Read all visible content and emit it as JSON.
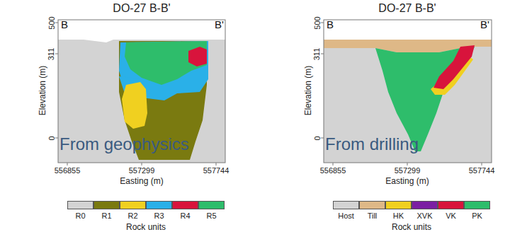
{
  "diagram": {
    "labels": [
      "DO-27 B-B'",
      "B",
      "B'",
      "Elevation (m)",
      "500",
      "311",
      "0",
      "556855",
      "557299",
      "557744",
      "Easting (m)",
      "From geophysics",
      "Rock units",
      "DO-27 B-B'",
      "B",
      "B'",
      "Elevation (m)",
      "500",
      "311",
      "0",
      "556855",
      "557299",
      "557744",
      "Easting (m)",
      "From drilling",
      "Rock units"
    ],
    "legend": [
      {
        "text": "R0",
        "color": "#d3d3d3"
      },
      {
        "text": "R1",
        "color": "#7a7a10"
      },
      {
        "text": "R2",
        "color": "#f0d020"
      },
      {
        "text": "R3",
        "color": "#2ab0e8"
      },
      {
        "text": "R4",
        "color": "#d8143c"
      },
      {
        "text": "R5",
        "color": "#2ebd6b"
      },
      {
        "text": "Host",
        "color": "#d3d3d3"
      },
      {
        "text": "Till",
        "color": "#deb887"
      },
      {
        "text": "HK",
        "color": "#f0d020"
      },
      {
        "text": "XVK",
        "color": "#7b1fa2"
      },
      {
        "text": "VK",
        "color": "#d8143c"
      },
      {
        "text": "PK",
        "color": "#2ebd6b"
      }
    ]
  }
}
